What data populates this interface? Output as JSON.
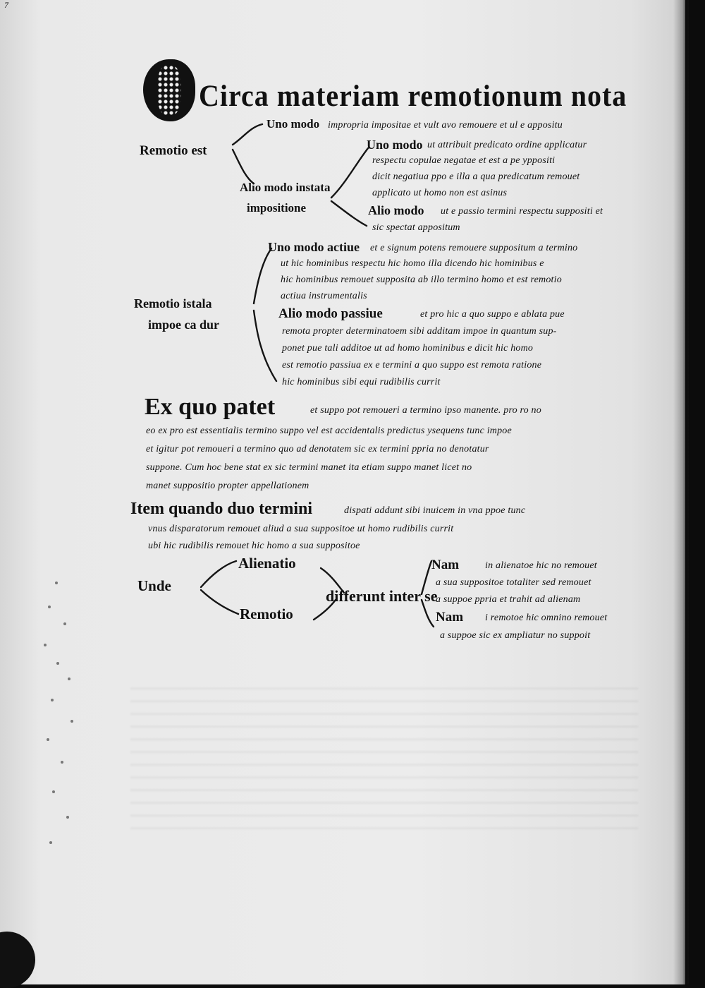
{
  "header": {
    "folio_mark": "7",
    "title": "Circa materiam remotionum nota"
  },
  "section1": {
    "root": "Remotio est",
    "branch1": {
      "label": "Uno modo",
      "text": "impropria impositae et vult avo remouere et ul e appositu"
    },
    "branch2": {
      "label_lines": [
        "Alio modo instata",
        "impositione"
      ],
      "sub1": {
        "label": "Uno modo",
        "lines": [
          "ut attribuit predicato ordine applicatur",
          "respectu copulae negatae et est a pe yppositi",
          "dicit negatiua ppo e illa a qua predicatum remouet",
          "applicato ut homo non est asinus"
        ]
      },
      "sub2": {
        "label": "Alio modo",
        "lines": [
          "ut e passio termini respectu suppositi et",
          "sic spectat appositum"
        ]
      }
    }
  },
  "section2": {
    "root_lines": [
      "Remotio istala",
      "impoe ca dur"
    ],
    "branch1": {
      "label": "Uno modo actiue",
      "lines": [
        "et e signum potens remouere suppositum a termino",
        "ut hic hominibus respectu hic homo illa dicendo hic hominibus e",
        "hic hominibus remouet supposita ab illo termino homo et est remotio",
        "actiua instrumentalis"
      ]
    },
    "branch2": {
      "label": "Alio modo passiue",
      "lines": [
        "et pro hic a quo suppo e ablata pue",
        "remota propter determinatoem sibi additam impoe in quantum sup-",
        "ponet pue tali additoe ut ad homo hominibus e dicit hic homo",
        "est remotio passiua ex e termini a quo suppo est remota ratione",
        "hic hominibus sibi equi rudibilis currit"
      ]
    }
  },
  "ex_quo": {
    "heading": "Ex quo patet",
    "lines": [
      "et suppo pot remoueri a termino ipso manente. pro ro no",
      "eo ex pro est essentialis termino suppo vel est accidentalis predictus ysequens tunc impoe",
      "et igitur pot remoueri a termino quo ad denotatem sic ex termini ppria no denotatur",
      "suppone. Cum hoc bene stat ex sic termini manet ita etiam suppo manet licet no",
      "manet suppositio propter appellationem"
    ]
  },
  "item": {
    "heading": "Item quando duo termini",
    "lines": [
      "dispati addunt sibi inuicem in vna ppoe tunc",
      "vnus disparatorum remouet aliud a sua suppositoe ut homo rudibilis currit",
      "ubi hic rudibilis remouet hic homo a sua suppositoe"
    ]
  },
  "unde": {
    "root": "Unde",
    "branch_top": "Alienatio",
    "branch_bottom": "Remotio",
    "join": "differunt inter se",
    "nam1": {
      "label": "Nam",
      "lines": [
        "in alienatoe hic no remouet",
        "a sua suppositoe totaliter sed remouet",
        "a suppoe ppria et trahit ad alienam"
      ]
    },
    "nam2": {
      "label": "Nam",
      "lines": [
        "i remotoe hic omnino remouet",
        "a suppoe sic ex ampliatur no suppoit"
      ]
    }
  }
}
